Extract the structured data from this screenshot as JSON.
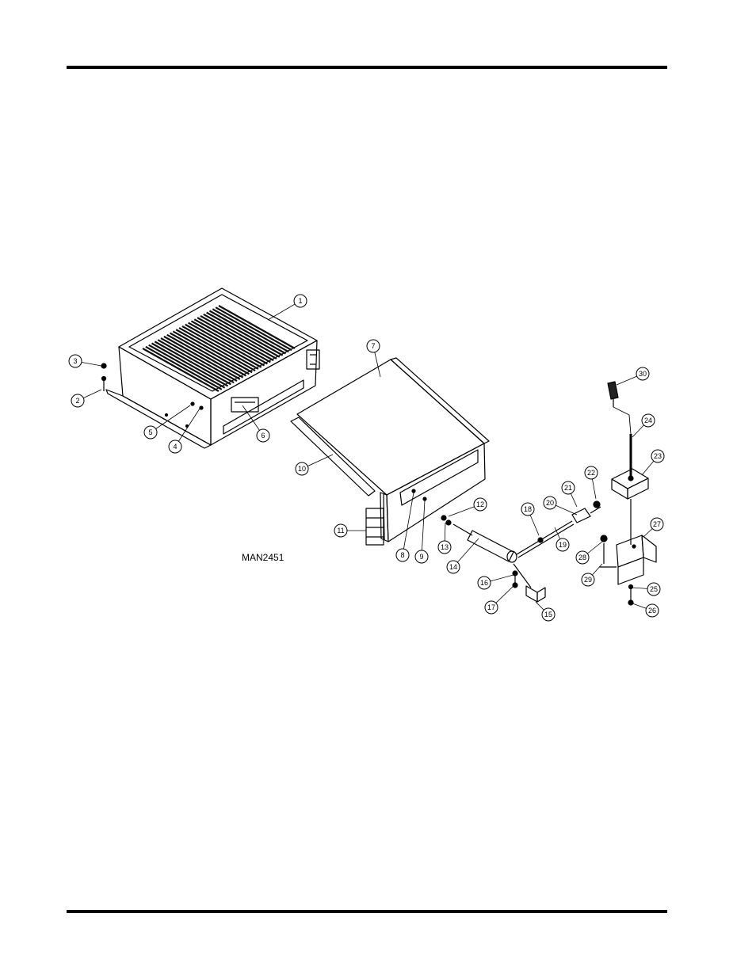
{
  "drawing_code": "MAN2451",
  "callouts": [
    "1",
    "2",
    "3",
    "4",
    "5",
    "6",
    "7",
    "8",
    "9",
    "10",
    "11",
    "12",
    "13",
    "14",
    "15",
    "16",
    "17",
    "18",
    "19",
    "20",
    "21",
    "22",
    "23",
    "24",
    "25",
    "26",
    "27",
    "28",
    "29",
    "30"
  ]
}
